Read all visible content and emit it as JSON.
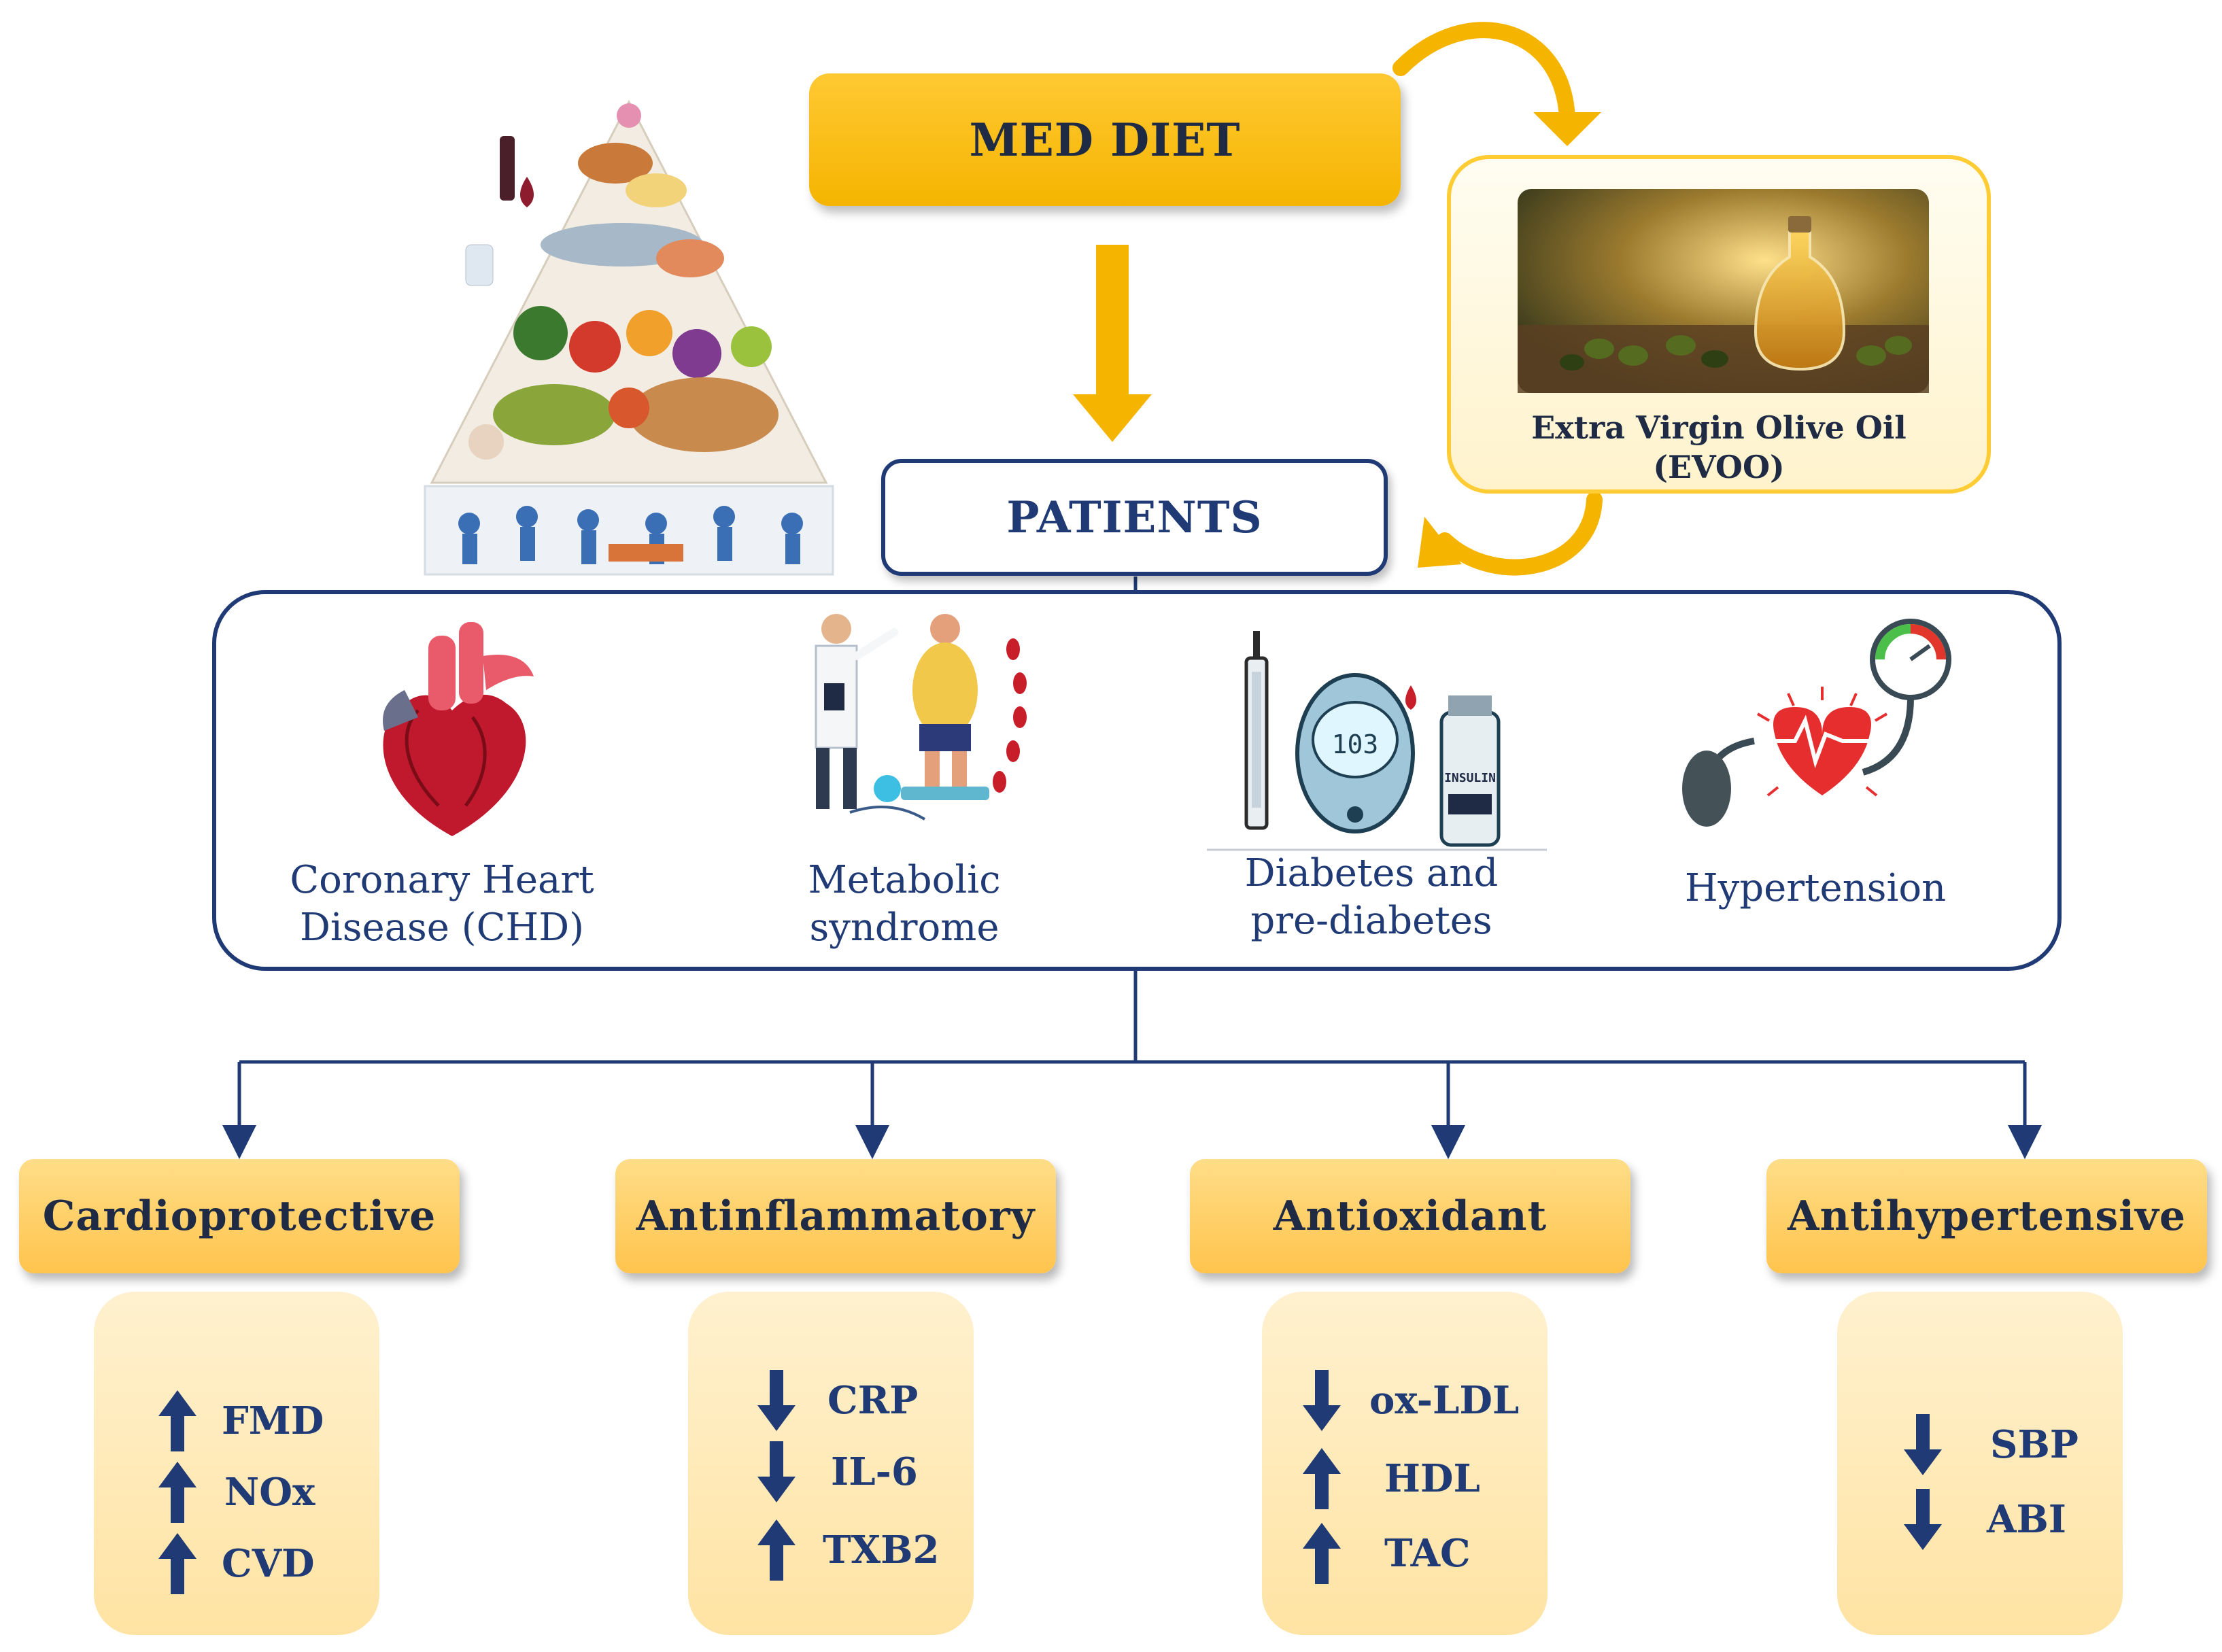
{
  "top": {
    "med_diet": "MED DIET",
    "patients": "PATIENTS"
  },
  "evoo": {
    "line1": "Extra Virgin Olive Oil",
    "line2": "(EVOO)"
  },
  "conditions": [
    {
      "line1": "Coronary Heart",
      "line2": "Disease (CHD)"
    },
    {
      "line1": "Metabolic",
      "line2": "syndrome"
    },
    {
      "line1": "Diabetes and",
      "line2": "pre-diabetes"
    },
    {
      "line1": "Hypertension",
      "line2": ""
    }
  ],
  "glucometer": {
    "reading": "103",
    "vial_label": "INSULIN"
  },
  "effects": [
    {
      "category": "Cardioprotective",
      "markers": [
        {
          "dir": "up",
          "name": "FMD"
        },
        {
          "dir": "up",
          "name": "NOx"
        },
        {
          "dir": "up",
          "name": "CVD"
        }
      ]
    },
    {
      "category": "Antinflammatory",
      "markers": [
        {
          "dir": "down",
          "name": "CRP"
        },
        {
          "dir": "down",
          "name": "IL-6"
        },
        {
          "dir": "up",
          "name": "TXB2"
        }
      ]
    },
    {
      "category": "Antioxidant",
      "markers": [
        {
          "dir": "down",
          "name": "ox-LDL"
        },
        {
          "dir": "up",
          "name": "HDL"
        },
        {
          "dir": "up",
          "name": "TAC"
        }
      ]
    },
    {
      "category": "Antihypertensive",
      "markers": [
        {
          "dir": "down",
          "name": "SBP"
        },
        {
          "dir": "down",
          "name": "ABI"
        }
      ]
    }
  ],
  "colors": {
    "navy": "#1f3a75",
    "gold": "#f5b400",
    "box_fill": "#ffc44d",
    "text_dark": "#1f2a44"
  }
}
